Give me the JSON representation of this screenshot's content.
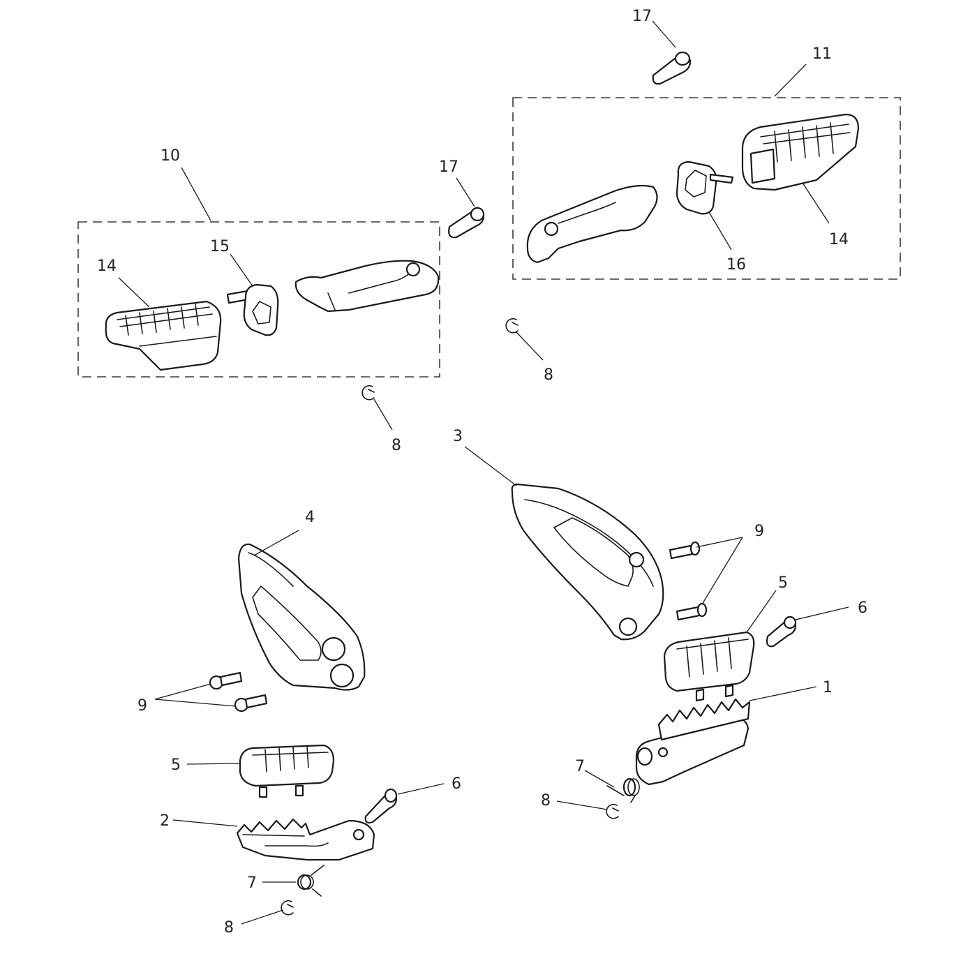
{
  "callouts": {
    "c1": "1",
    "c2": "2",
    "c3": "3",
    "c4": "4",
    "c5a": "5",
    "c5b": "5",
    "c6a": "6",
    "c6b": "6",
    "c7a": "7",
    "c7b": "7",
    "c8a": "8",
    "c8b": "8",
    "c8c": "8",
    "c8d": "8",
    "c9a": "9",
    "c9b": "9",
    "c10": "10",
    "c11": "11",
    "c14a": "14",
    "c14b": "14",
    "c15": "15",
    "c16": "16",
    "c17a": "17",
    "c17b": "17"
  },
  "colors": {
    "line": "#1a1a1a",
    "background": "#ffffff",
    "box_dash": "#3a3a3a"
  }
}
